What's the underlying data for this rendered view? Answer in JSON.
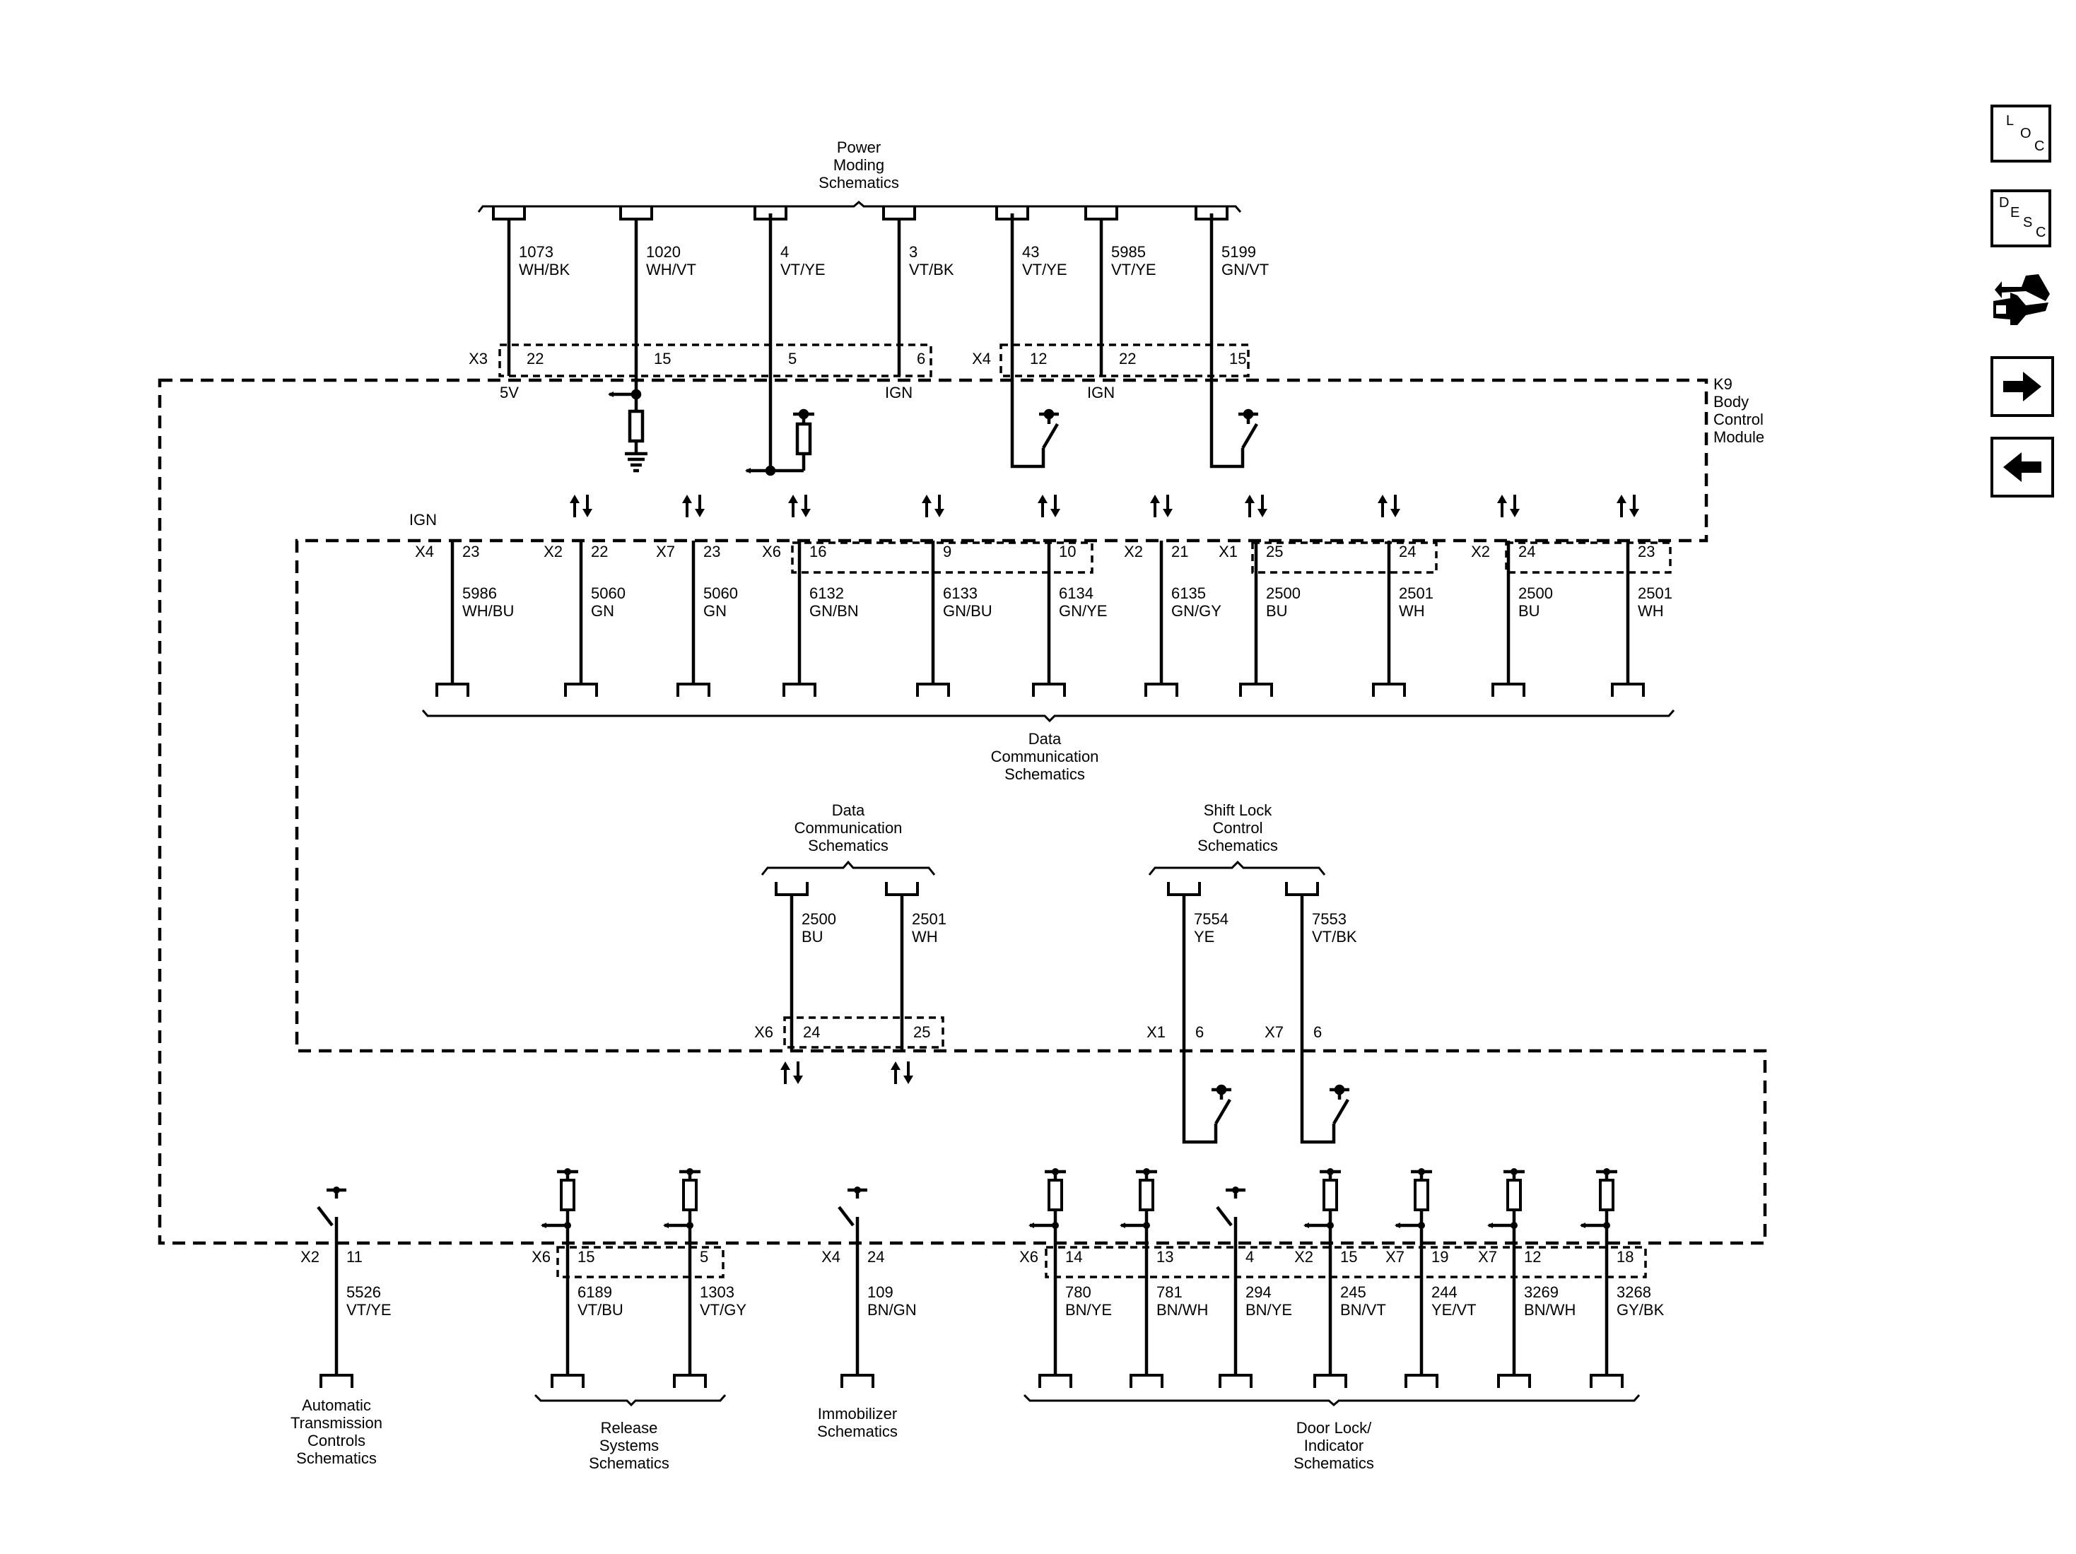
{
  "module": {
    "id": "K9",
    "name_lines": [
      "Body",
      "Control",
      "Module"
    ]
  },
  "nav_icons": [
    {
      "name": "loc-icon",
      "letters": [
        "L",
        "O",
        "C"
      ]
    },
    {
      "name": "desc-icon",
      "letters": [
        "D",
        "E",
        "S",
        "C"
      ]
    },
    {
      "name": "connector-pinout-icon"
    },
    {
      "name": "next-page-arrow-icon"
    },
    {
      "name": "previous-page-arrow-icon"
    }
  ],
  "groups": {
    "power_moding": [
      "Power",
      "Moding",
      "Schematics"
    ],
    "data_comm_top": [
      "Data",
      "Communication",
      "Schematics"
    ],
    "data_comm_mid": [
      "Data",
      "Communication",
      "Schematics"
    ],
    "shift_lock": [
      "Shift Lock",
      "Control",
      "Schematics"
    ],
    "auto_trans": [
      "Automatic",
      "Transmission",
      "Controls",
      "Schematics"
    ],
    "release": [
      "Release",
      "Systems",
      "Schematics"
    ],
    "immobilizer": [
      "Immobilizer",
      "Schematics"
    ],
    "door_lock": [
      "Door Lock/",
      "Indicator",
      "Schematics"
    ]
  },
  "top_circuits": [
    {
      "conn": "X3",
      "pin": "22",
      "circuit": "1073",
      "color": "WH/BK",
      "note": "5V"
    },
    {
      "pin": "15",
      "circuit": "1020",
      "color": "WH/VT"
    },
    {
      "pin": "5",
      "circuit": "4",
      "color": "VT/YE"
    },
    {
      "pin": "6",
      "circuit": "3",
      "color": "VT/BK",
      "note": "IGN"
    },
    {
      "conn": "X4",
      "pin": "12",
      "circuit": "43",
      "color": "VT/YE"
    },
    {
      "pin": "22",
      "circuit": "5985",
      "color": "VT/YE",
      "note": "IGN"
    },
    {
      "pin": "15",
      "circuit": "5199",
      "color": "GN/VT"
    }
  ],
  "data_circuits": [
    {
      "conn": "X4",
      "pin": "23",
      "circuit": "5986",
      "color": "WH/BU",
      "note": "IGN"
    },
    {
      "conn": "X2",
      "pin": "22",
      "circuit": "5060",
      "color": "GN"
    },
    {
      "conn": "X7",
      "pin": "23",
      "circuit": "5060",
      "color": "GN"
    },
    {
      "conn": "X6",
      "pin": "16",
      "circuit": "6132",
      "color": "GN/BN"
    },
    {
      "pin": "9",
      "circuit": "6133",
      "color": "GN/BU"
    },
    {
      "pin": "10",
      "circuit": "6134",
      "color": "GN/YE"
    },
    {
      "conn": "X2",
      "pin": "21",
      "circuit": "6135",
      "color": "GN/GY"
    },
    {
      "conn": "X1",
      "pin": "25",
      "circuit": "2500",
      "color": "BU"
    },
    {
      "pin": "24",
      "circuit": "2501",
      "color": "WH"
    },
    {
      "conn": "X2",
      "pin": "24",
      "circuit": "2500",
      "color": "BU"
    },
    {
      "pin": "23",
      "circuit": "2501",
      "color": "WH"
    }
  ],
  "mid_circuits": [
    {
      "conn": "X6",
      "pin": "24",
      "circuit": "2500",
      "color": "BU"
    },
    {
      "pin": "25",
      "circuit": "2501",
      "color": "WH"
    },
    {
      "conn": "X1",
      "pin": "6",
      "circuit": "7554",
      "color": "YE"
    },
    {
      "conn": "X7",
      "pin": "6",
      "circuit": "7553",
      "color": "VT/BK"
    }
  ],
  "bottom_circuits": [
    {
      "conn": "X2",
      "pin": "11",
      "circuit": "5526",
      "color": "VT/YE"
    },
    {
      "conn": "X6",
      "pin": "15",
      "circuit": "6189",
      "color": "VT/BU"
    },
    {
      "pin": "5",
      "circuit": "1303",
      "color": "VT/GY"
    },
    {
      "conn": "X4",
      "pin": "24",
      "circuit": "109",
      "color": "BN/GN"
    },
    {
      "conn": "X6",
      "pin": "14",
      "circuit": "780",
      "color": "BN/YE"
    },
    {
      "pin": "13",
      "circuit": "781",
      "color": "BN/WH"
    },
    {
      "pin": "4",
      "circuit": "294",
      "color": "BN/YE"
    },
    {
      "conn": "X2",
      "pin": "15",
      "circuit": "245",
      "color": "BN/VT"
    },
    {
      "conn": "X7",
      "pin": "19",
      "circuit": "244",
      "color": "YE/VT"
    },
    {
      "conn": "X7",
      "pin": "12",
      "circuit": "3269",
      "color": "BN/WH"
    },
    {
      "pin": "18",
      "circuit": "3268",
      "color": "GY/BK"
    }
  ]
}
